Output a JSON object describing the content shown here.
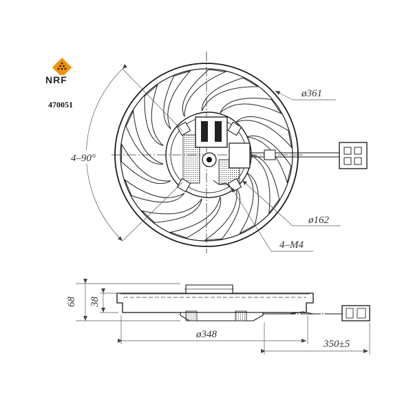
{
  "logo": {
    "text": "NRF",
    "accent_color": "#f39200"
  },
  "part_number": "470051",
  "dimensions": {
    "outer_diameter": "ø361",
    "motor_diameter": "ø162",
    "mount_angle": "4–90°",
    "bolt_spec": "4–M4",
    "total_height": "68",
    "motor_height": "38",
    "fan_diameter": "ø348",
    "cable_length": "350±5"
  }
}
